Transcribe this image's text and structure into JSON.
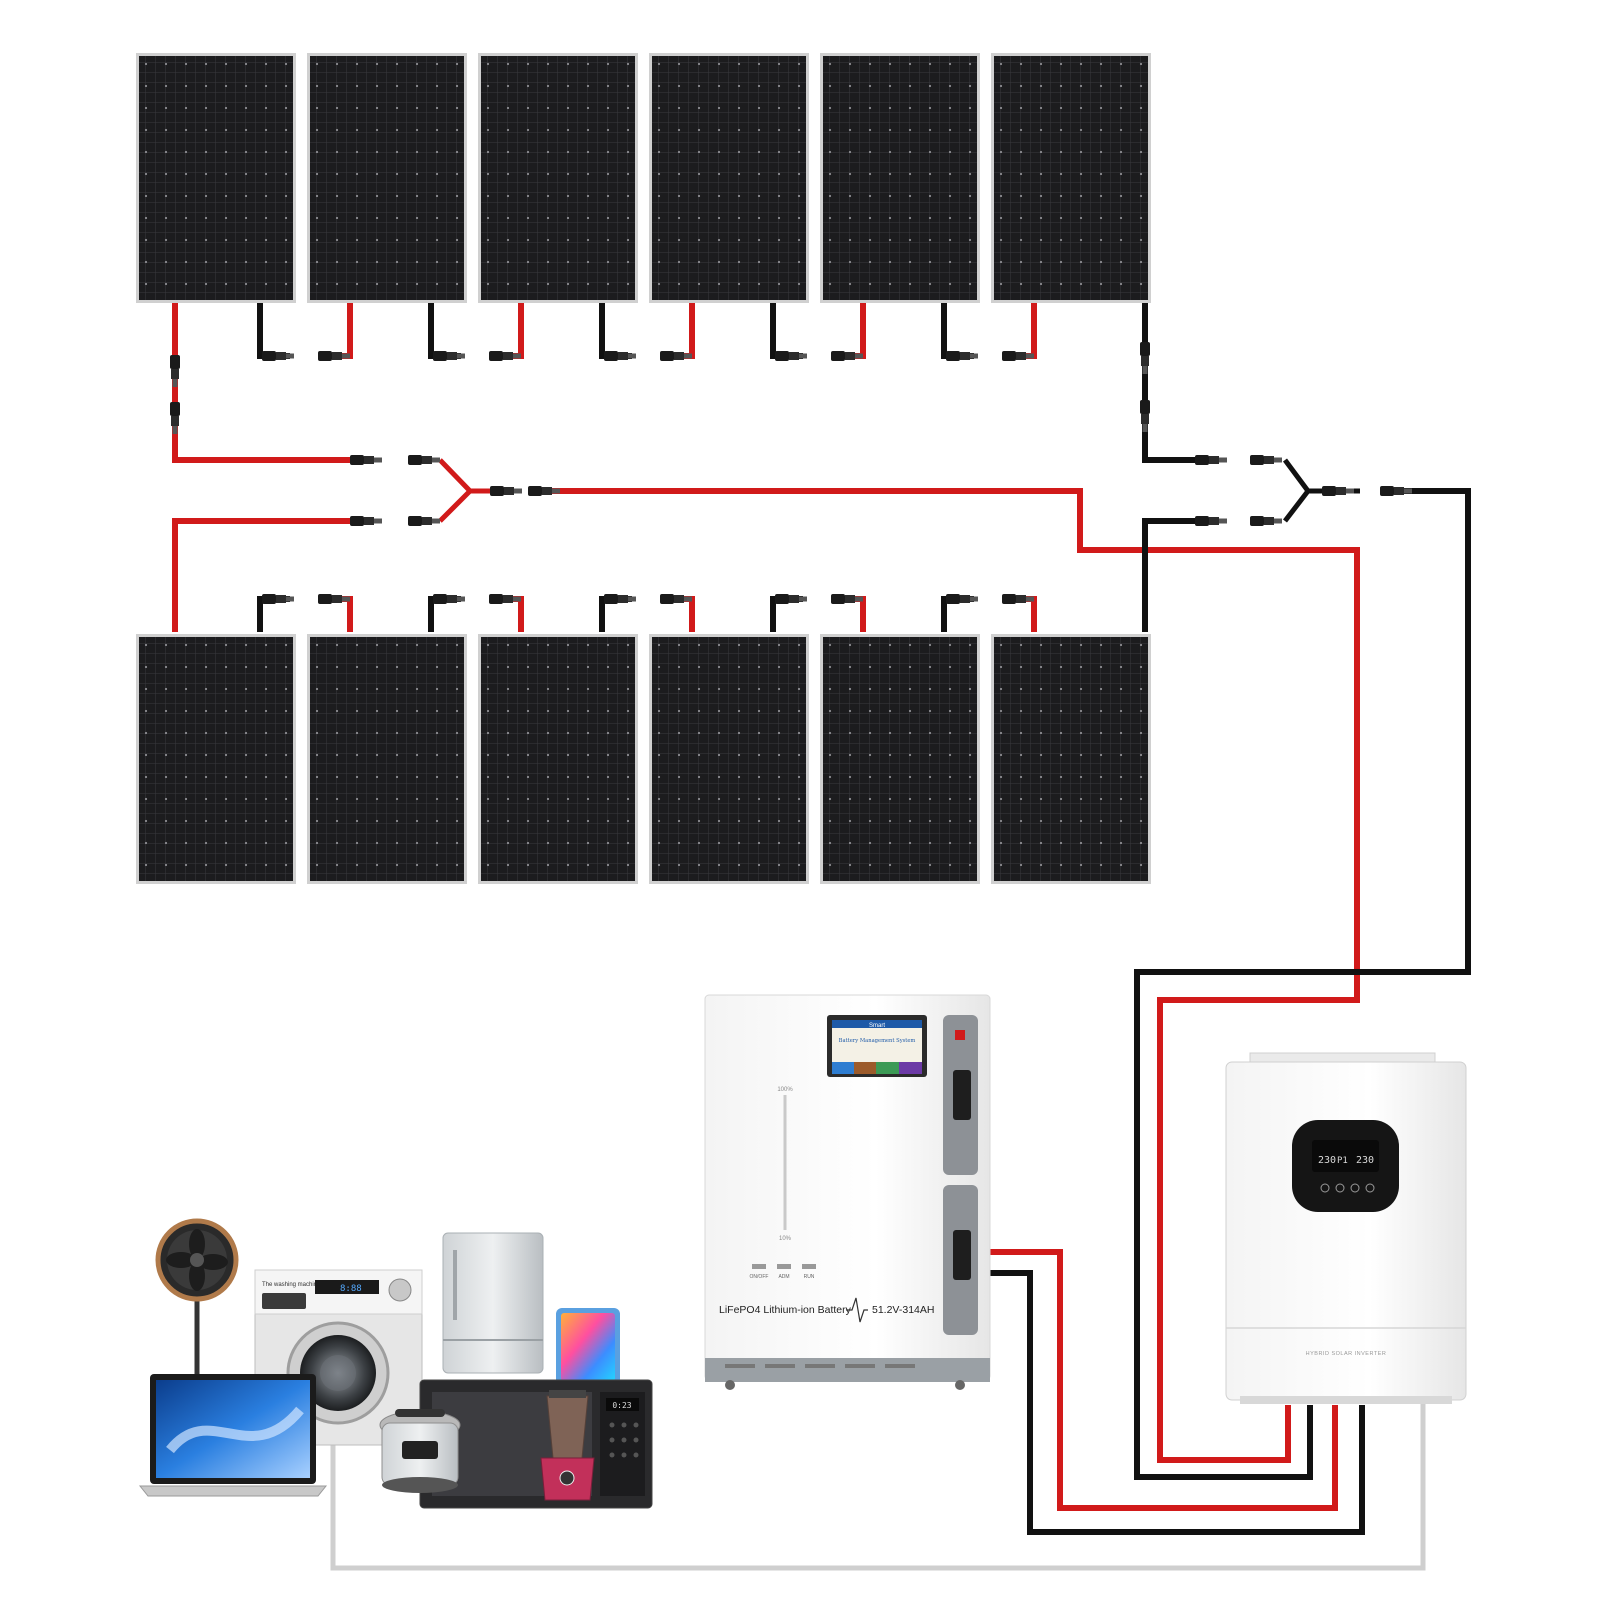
{
  "colors": {
    "positive": "#d11a1a",
    "negative": "#111111",
    "ac": "#cfcfcf",
    "panel": "#1a1a1c",
    "panel_frame": "#c9c9c9"
  },
  "panels": {
    "top_row_count": 6,
    "bottom_row_count": 6
  },
  "battery": {
    "label": "LiFePO4 Lithium-ion Battery",
    "spec": "51.2V-314AH",
    "screen_title": "Smart",
    "screen_subtitle": "Battery Management System",
    "gauge_top": "100%",
    "gauge_bottom": "10%",
    "buttons": [
      "ON/OFF",
      "ADM",
      "RUN"
    ]
  },
  "inverter": {
    "label": "HYBRID SOLAR INVERTER",
    "display_left": "230",
    "display_mid": "P1",
    "display_right": "230"
  },
  "appliances": {
    "washer_label": "The washing machine",
    "washer_display": "8:88",
    "microwave_display": "0:23",
    "items": [
      "fan-icon",
      "washing-machine-icon",
      "refrigerator-icon",
      "tablet-icon",
      "laptop-icon",
      "microwave-icon",
      "pressure-cooker-icon",
      "blender-icon"
    ]
  }
}
